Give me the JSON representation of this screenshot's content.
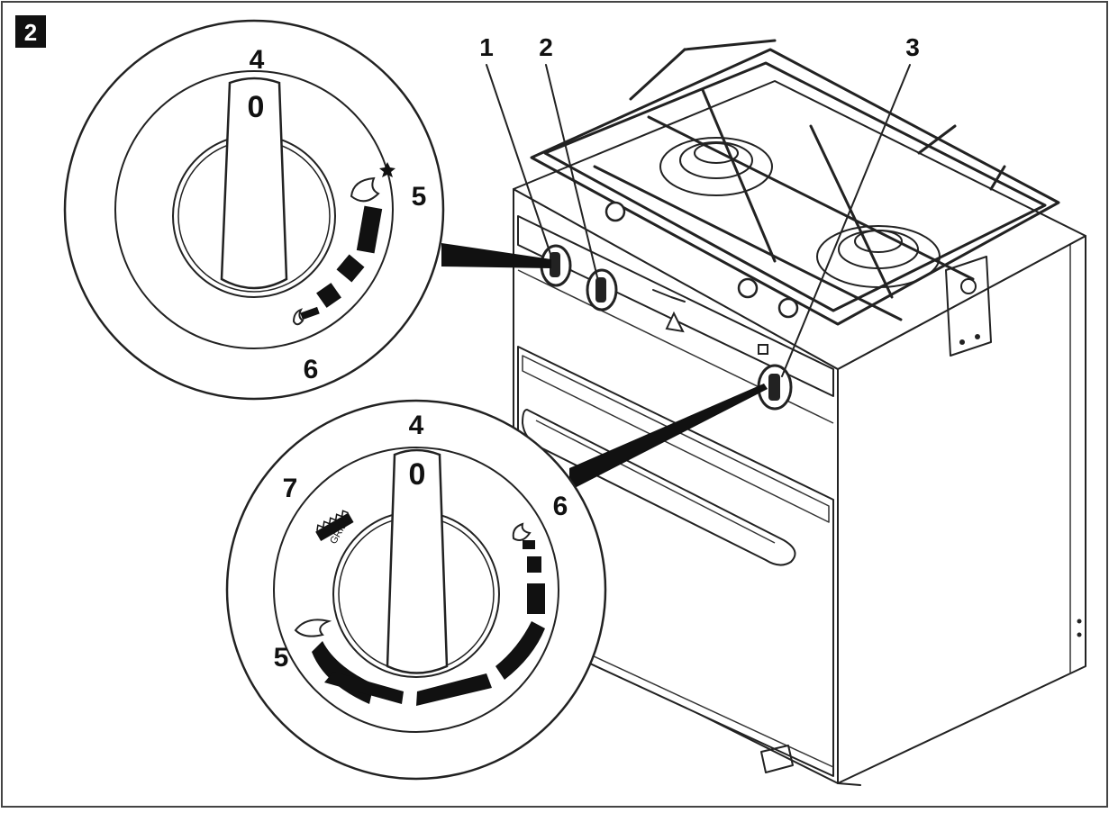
{
  "figure": {
    "number": "2",
    "callouts": [
      "1",
      "2",
      "3"
    ]
  },
  "knob_top": {
    "positions": {
      "top": "4",
      "right": "5",
      "bottom": "6"
    },
    "pointer": "0",
    "icons": [
      "large-flame-icon",
      "spark-star-icon",
      "small-flame-icon"
    ]
  },
  "knob_bottom": {
    "positions": {
      "top": "4",
      "right": "6",
      "left_upper": "7",
      "left_lower": "5"
    },
    "pointer": "0",
    "grill_label": "GRILL",
    "icons": [
      "grill-icon",
      "small-flame-icon",
      "large-flame-icon"
    ]
  },
  "colors": {
    "ink": "#111111",
    "frame": "#444444",
    "background": "#ffffff"
  }
}
